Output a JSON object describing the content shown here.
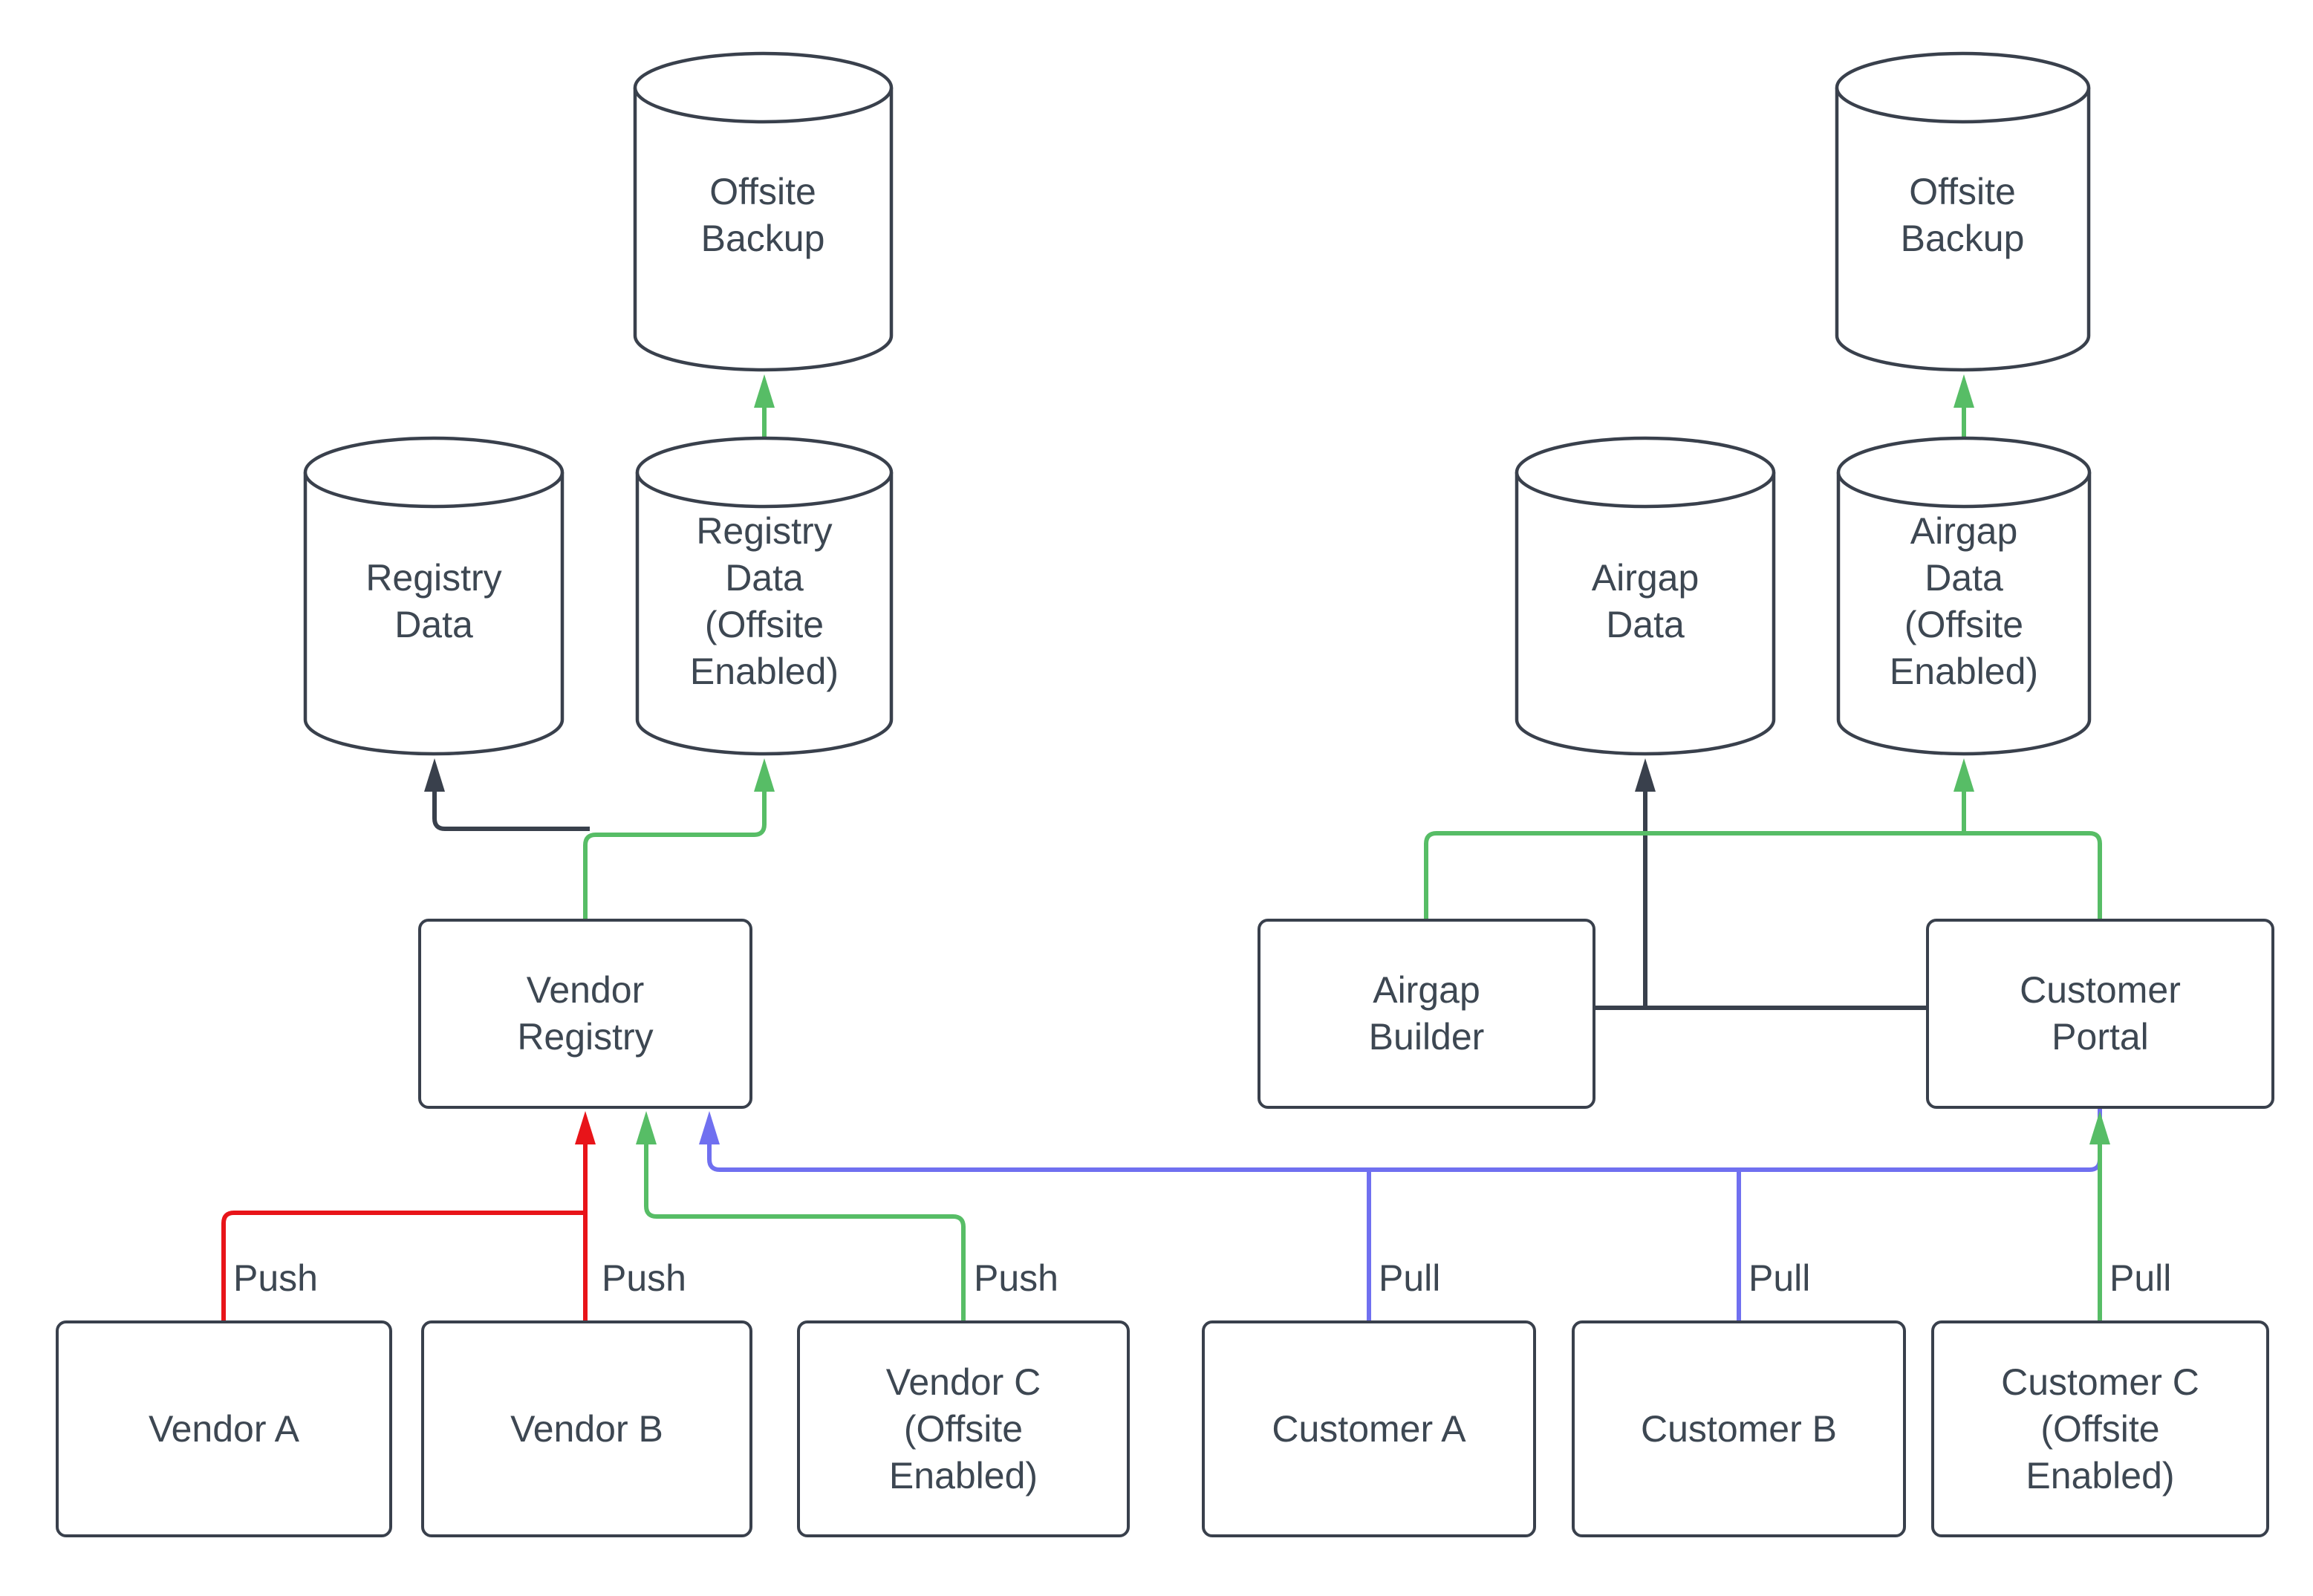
{
  "colors": {
    "bg": "#ffffff",
    "outline": "#39404c",
    "text": "#3d4752",
    "red": "#e81419",
    "green": "#57bd66",
    "blue": "#7070f0"
  },
  "nodes": {
    "offsite_backup_left": {
      "lines": [
        "Offsite",
        "Backup"
      ]
    },
    "registry_data": {
      "lines": [
        "Registry",
        "Data"
      ]
    },
    "registry_data_offsite": {
      "lines": [
        "Registry",
        "Data",
        "(Offsite",
        "Enabled)"
      ]
    },
    "vendor_registry": {
      "lines": [
        "Vendor",
        "Registry"
      ]
    },
    "vendor_a": {
      "lines": [
        "Vendor A"
      ]
    },
    "vendor_b": {
      "lines": [
        "Vendor B"
      ]
    },
    "vendor_c": {
      "lines": [
        "Vendor C",
        "(Offsite",
        "Enabled)"
      ]
    },
    "offsite_backup_right": {
      "lines": [
        "Offsite",
        "Backup"
      ]
    },
    "airgap_data": {
      "lines": [
        "Airgap",
        "Data"
      ]
    },
    "airgap_data_offsite": {
      "lines": [
        "Airgap",
        "Data",
        "(Offsite",
        "Enabled)"
      ]
    },
    "airgap_builder": {
      "lines": [
        "Airgap",
        "Builder"
      ]
    },
    "customer_portal": {
      "lines": [
        "Customer",
        "Portal"
      ]
    },
    "customer_a": {
      "lines": [
        "Customer A"
      ]
    },
    "customer_b": {
      "lines": [
        "Customer B"
      ]
    },
    "customer_c": {
      "lines": [
        "Customer C",
        "(Offsite",
        "Enabled)"
      ]
    }
  },
  "edge_labels": {
    "push": "Push",
    "pull": "Pull"
  }
}
